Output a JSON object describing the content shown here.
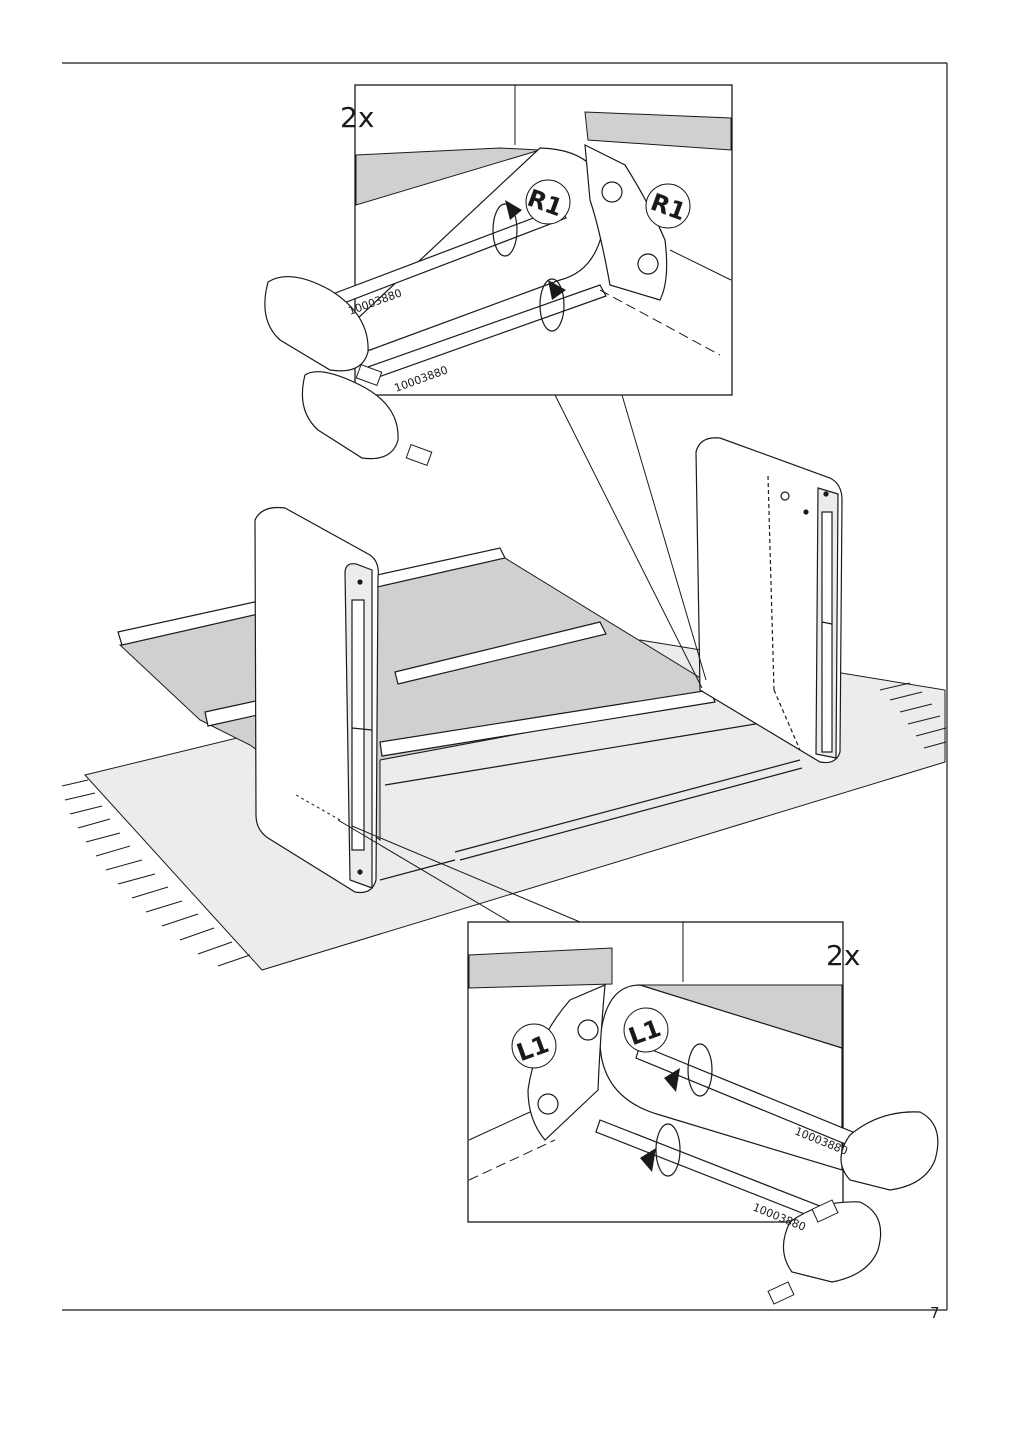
{
  "page": {
    "number": "7"
  },
  "top_callout": {
    "quantity": "2x",
    "fitting_label": "R1",
    "fitting_label_rear": "R1",
    "part_number_upper": "10003880",
    "part_number_lower": "10003880"
  },
  "bottom_callout": {
    "quantity": "2x",
    "fitting_label": "L1",
    "fitting_label_front": "L1",
    "part_number_upper": "10003880",
    "part_number_lower": "10003880"
  },
  "colors": {
    "ink": "#1a1a1a",
    "fabric": "#d0d0d0",
    "floor": "#ececec",
    "paper": "#ffffff"
  }
}
